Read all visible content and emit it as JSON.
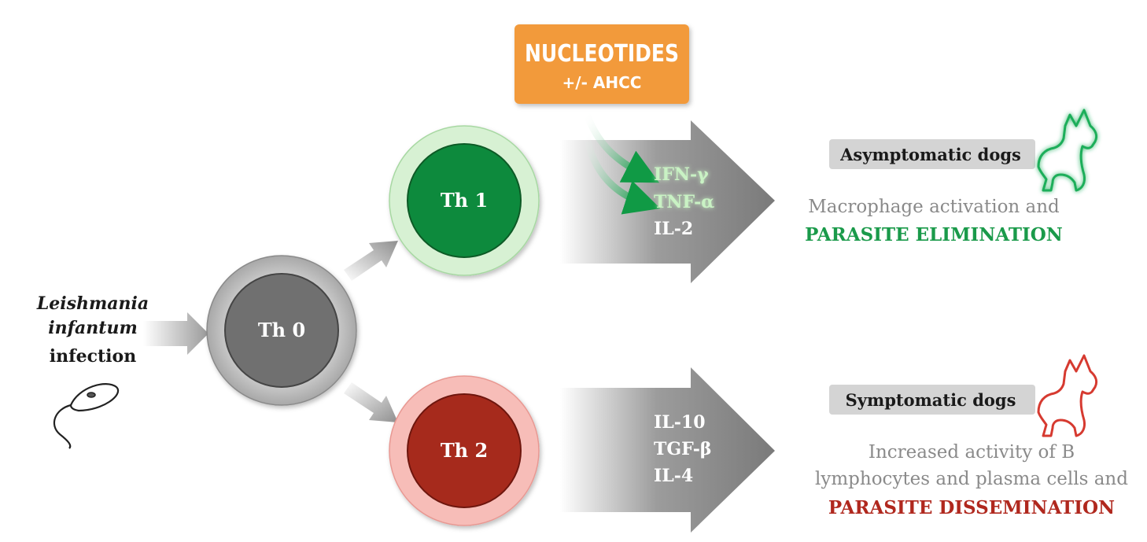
{
  "infection": {
    "line1": "Leishmania",
    "line2": "infantum",
    "line3": "infection"
  },
  "cells": {
    "th0": "Th 0",
    "th1": "Th 1",
    "th2": "Th 2"
  },
  "treatment": {
    "title": "NUCLEOTIDES",
    "subtitle": "+/- AHCC"
  },
  "th1_cytokines": [
    "IFN-γ",
    "TNF-α",
    "IL-2"
  ],
  "th2_cytokines": [
    "IL-10",
    "TGF-β",
    "IL-4"
  ],
  "asymptomatic": {
    "label": "Asymptomatic dogs",
    "outcome_line1": "Macrophage activation and",
    "outcome_line2": "PARASITE ELIMINATION"
  },
  "symptomatic": {
    "label": "Symptomatic dogs",
    "outcome_line1": "Increased activity of B",
    "outcome_line2": "lymphocytes and plasma cells and",
    "outcome_line3": "PARASITE DISSEMINATION"
  },
  "colors": {
    "th1_green": "#0f8a3c",
    "th1_ring": "#d6f0d6",
    "th2_red": "#a82a1f",
    "th2_ring": "#f6b9b5",
    "th0_gray": "#6e6e6e",
    "th0_ring": "#bdbdbd",
    "treatment_orange": "#f29a3a",
    "elimination_green": "#1a9a4a",
    "dissemination_red": "#b0281e",
    "cytokine_green": "#c9f2c4"
  }
}
